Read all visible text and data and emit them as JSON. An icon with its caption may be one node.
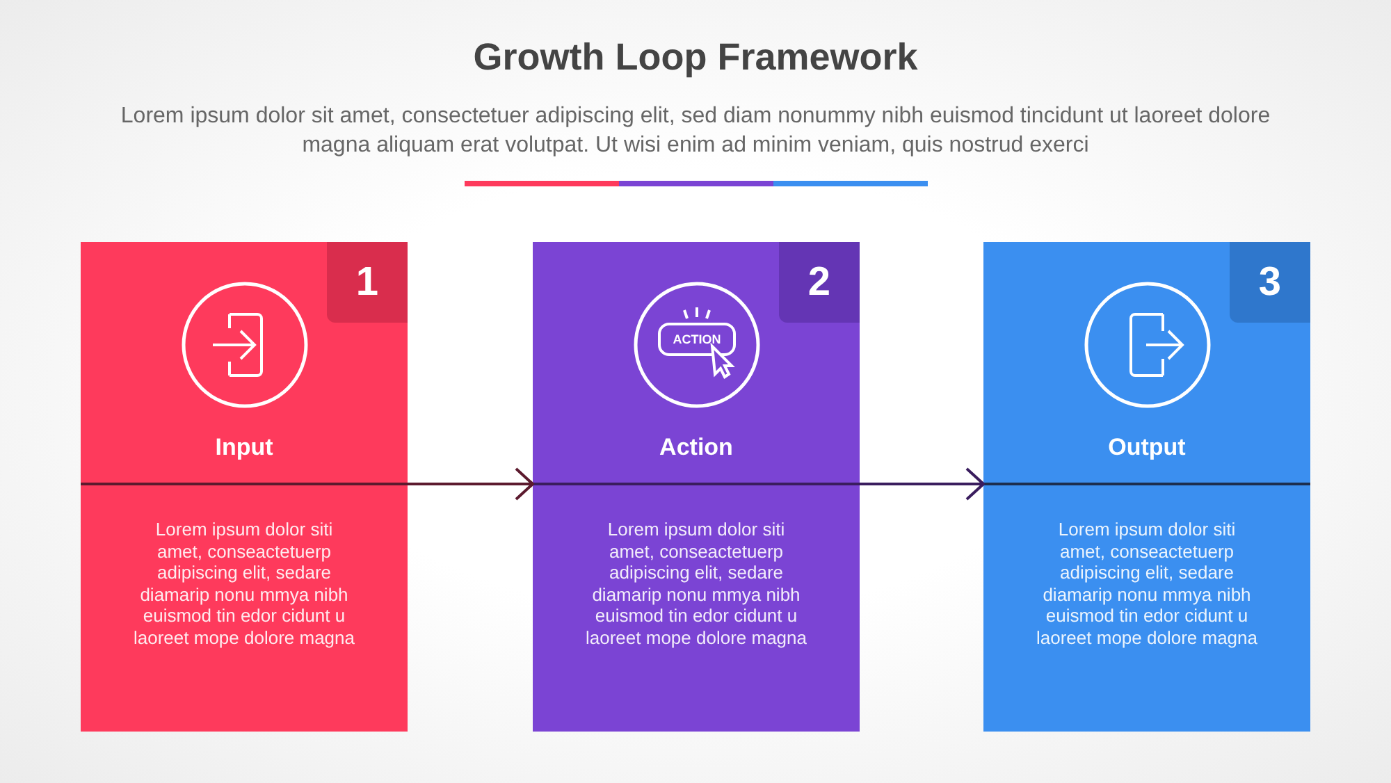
{
  "diagram": {
    "title": "Growth Loop Framework",
    "caption": "Lorem ipsum dolor sit amet, consectetuer adipiscing elit, sed diam nonummy nibh euismod tincidunt ut laoreet dolore magna aliquam erat volutpat. Ut wisi enim ad minim veniam, quis nostrud exerci",
    "nodes": [
      {
        "text": [
          "1",
          "Input",
          "Lorem ipsum dolor siti amet, conseactetuerp adipiscing elit, sedare diamarip nonu mmya nibh euismod tin edor cidunt u laoreet mope dolore magna"
        ]
      },
      {
        "text": [
          "2",
          "Action",
          "Lorem ipsum dolor siti amet, conseactetuerp adipiscing elit, sedare diamarip nonu mmya nibh euismod tin edor cidunt u laoreet mope dolore magna"
        ]
      },
      {
        "text": [
          "3",
          "Output",
          "Lorem ipsum dolor siti amet, conseactetuerp adipiscing elit, sedare diamarip nonu mmya nibh euismod tin edor cidunt u laoreet mope dolore magna"
        ]
      }
    ],
    "edges": [
      {
        "from": 0,
        "to": 1,
        "arrow": "to"
      },
      {
        "from": 1,
        "to": 2,
        "arrow": "to"
      }
    ],
    "labels": [
      "ACTION"
    ]
  }
}
